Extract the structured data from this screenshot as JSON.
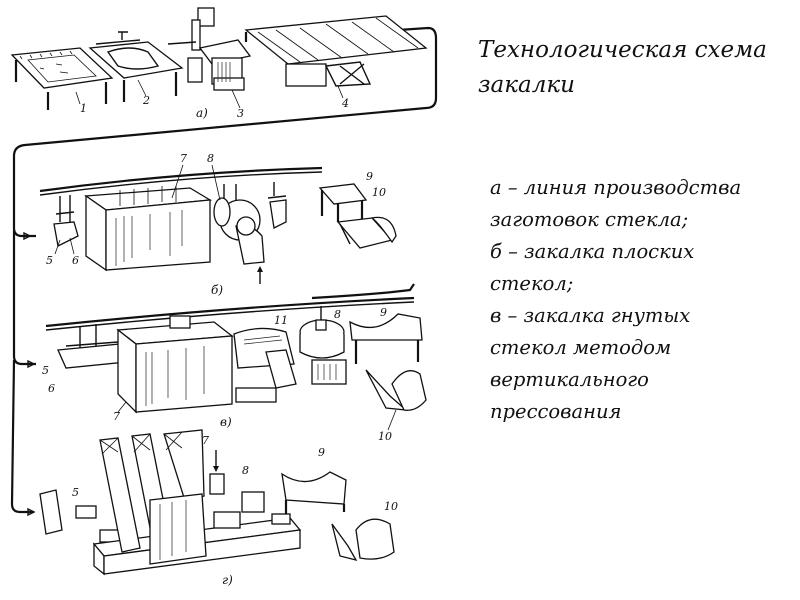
{
  "slide": {
    "title": "Технологическая схема закалки",
    "title_lines": [
      "Технологическая схема",
      "закалки"
    ],
    "legend_lines": [
      "а – линия производства",
      "заготовок стекла;",
      "б – закалка плоских",
      "стекол;",
      "в – закалка гнутых",
      "стекол методом",
      "вертикального",
      "прессования"
    ]
  },
  "diagram": {
    "panels": [
      {
        "id": "a",
        "caption": "а)",
        "labels": [
          "1",
          "2",
          "3",
          "4"
        ]
      },
      {
        "id": "b",
        "caption": "б)",
        "labels": [
          "5",
          "6",
          "7",
          "8",
          "9",
          "10"
        ]
      },
      {
        "id": "v",
        "caption": "в)",
        "labels": [
          "5",
          "6",
          "7",
          "8",
          "9",
          "10",
          "11"
        ]
      },
      {
        "id": "g",
        "caption": "г)",
        "labels": [
          "5",
          "7",
          "8",
          "9",
          "10"
        ]
      }
    ]
  }
}
